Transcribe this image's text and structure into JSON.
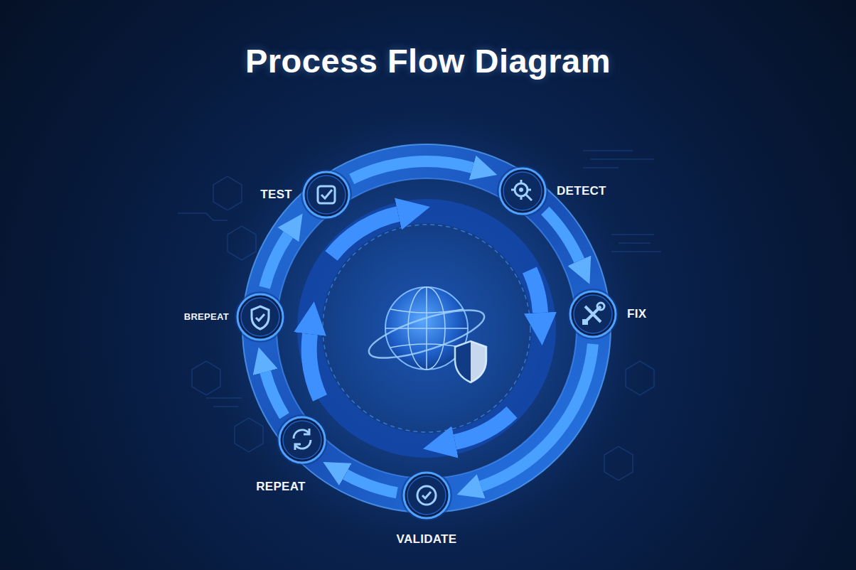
{
  "diagram": {
    "title": "Process Flow Diagram",
    "nodes": [
      {
        "text": [
          "TEST"
        ]
      },
      {
        "text": [
          "DETECT"
        ]
      },
      {
        "text": [
          "BREPEAT"
        ]
      },
      {
        "text": [
          "FIX"
        ]
      },
      {
        "text": [
          "REPEAT"
        ]
      },
      {
        "text": [
          "VALIDATE"
        ]
      }
    ],
    "edges": [
      {
        "from": 0,
        "to": 1,
        "arrow": "to"
      },
      {
        "from": 1,
        "to": 3,
        "arrow": "to"
      },
      {
        "from": 3,
        "to": 5,
        "arrow": "to"
      },
      {
        "from": 5,
        "to": 4,
        "arrow": "to"
      },
      {
        "from": 4,
        "to": 2,
        "arrow": "to"
      },
      {
        "from": 2,
        "to": 0,
        "arrow": "to"
      }
    ]
  }
}
